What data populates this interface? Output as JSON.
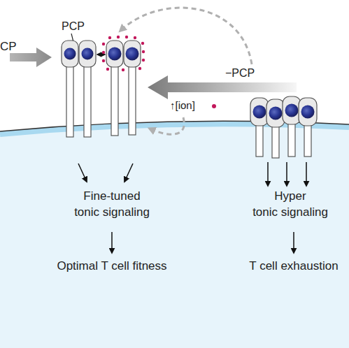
{
  "diagram": {
    "labels": [
      "CP",
      "PCP",
      "−PCP",
      "↑[ion]",
      "Fine-tuned tonic signaling",
      "Hyper tonic signaling",
      "Optimal T cell fitness",
      "T cell exhaustion"
    ]
  }
}
